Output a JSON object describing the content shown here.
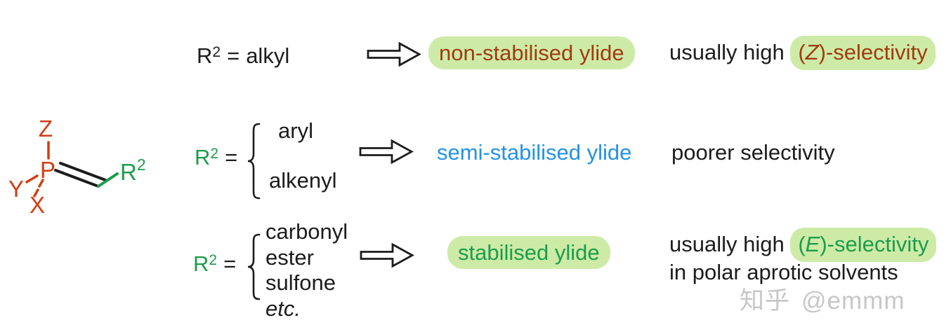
{
  "colors": {
    "background": "#ffffff",
    "ink": "#1c1c1c",
    "highlight_green": "#cdeba7",
    "dark_red": "#a23a12",
    "blue": "#2492e6",
    "green": "#1d9c4c",
    "structure_red": "#d03e13",
    "watermark_gray": "#c7c7c7"
  },
  "structure": {
    "z": "Z",
    "p": "P",
    "y": "Y",
    "x": "X",
    "r_base": "R",
    "r_sup": "2"
  },
  "row1": {
    "r_base": "R",
    "r_sup": "2",
    "eq": "=",
    "value": "alkyl",
    "result": "non-stabilised ylide",
    "note_prefix": "usually high ",
    "sel_open": "(",
    "sel_letter": "Z",
    "sel_rest": ")-selectivity"
  },
  "row2": {
    "r_base": "R",
    "r_sup": "2",
    "eq": "=",
    "options": [
      "aryl",
      "alkenyl"
    ],
    "result": "semi-stabilised ylide",
    "note": "poorer selectivity"
  },
  "row3": {
    "r_base": "R",
    "r_sup": "2",
    "eq": "=",
    "options": [
      "carbonyl",
      "ester",
      "sulfone"
    ],
    "etc": "etc.",
    "result": "stabilised ylide",
    "note_prefix": "usually high ",
    "sel_open": "(",
    "sel_letter": "E",
    "sel_rest": ")-selectivity",
    "note_line2": "in polar aprotic solvents"
  },
  "watermark": {
    "brand": "知乎",
    "handle": "@emmm"
  }
}
